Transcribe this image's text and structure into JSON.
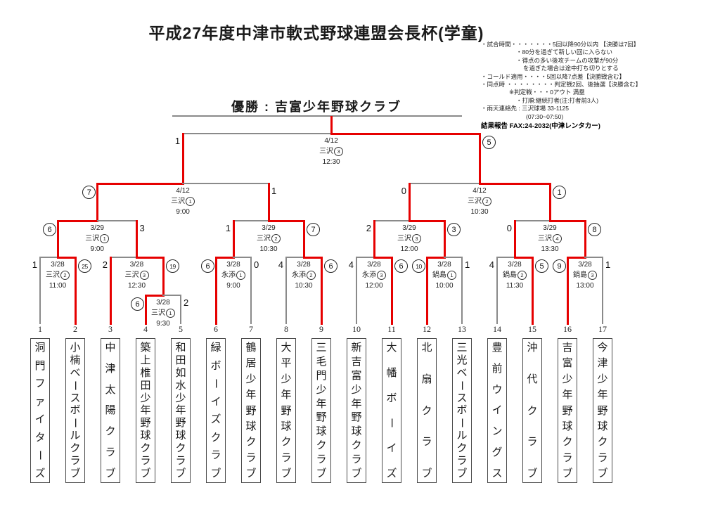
{
  "title": "平成27年度中津市軟式野球連盟会長杯(学童)",
  "champion": {
    "label": "優勝",
    "separator": ":",
    "name": "吉富少年野球クラブ"
  },
  "notes": {
    "lines": [
      {
        "text": "・試合時間・・・・・・・5回以降90分以内 【決勝は7回】",
        "indent": 0
      },
      {
        "text": "・80分を過ぎて新しい回に入らない",
        "indent": 50
      },
      {
        "text": "・得点の多い後攻チームの攻撃が90分",
        "indent": 50
      },
      {
        "text": "を過ぎた場合は途中打ち切りとする",
        "indent": 60
      },
      {
        "text": "・コールド適用・・・・5回以降7点差【決勝戦含む】",
        "indent": 0
      },
      {
        "text": "・同点時 ・・・・・・・・判定戦2回、後抽選【決勝含む】",
        "indent": 0
      },
      {
        "text": "※判定戦・・・0アウト 満塁",
        "indent": 40
      },
      {
        "text": "・打順:継続打者(注:打者前3人)",
        "indent": 50
      },
      {
        "text": "・雨天連絡先 : 三沢球場 33-1125",
        "indent": 0
      },
      {
        "text": "(07:30~07:50)",
        "indent": 64
      }
    ],
    "fax_bold": "結果報告 FAX:24-2032(中津レンタカー)"
  },
  "colors": {
    "win": "#e60000",
    "line": "#8a8a8a",
    "box_border": "#4a4a4a"
  },
  "teams": [
    {
      "num": "1",
      "name": "洞門ファイターズ"
    },
    {
      "num": "2",
      "name": "小楠ベースボールクラブ"
    },
    {
      "num": "3",
      "name": "中津太陽クラブ"
    },
    {
      "num": "4",
      "name": "築上椎田少年野球クラブ"
    },
    {
      "num": "5",
      "name": "和田如水少年野球クラブ"
    },
    {
      "num": "6",
      "name": "緑ボーイズクラブ"
    },
    {
      "num": "7",
      "name": "鶴居少年野球クラブ"
    },
    {
      "num": "8",
      "name": "大平少年野球クラブ"
    },
    {
      "num": "9",
      "name": "三毛門少年野球クラブ"
    },
    {
      "num": "10",
      "name": "新吉富少年野球クラブ"
    },
    {
      "num": "11",
      "name": "大幡ボーイズ"
    },
    {
      "num": "12",
      "name": "北扇クラブ"
    },
    {
      "num": "13",
      "name": "三光ベースボールクラブ"
    },
    {
      "num": "14",
      "name": "豊前ウイングス"
    },
    {
      "num": "15",
      "name": "沖代クラブ"
    },
    {
      "num": "16",
      "name": "吉富少年野球クラブ"
    },
    {
      "num": "17",
      "name": "今津少年野球クラブ"
    }
  ],
  "matches": [
    {
      "id": "F",
      "level": "F",
      "date": "4/12",
      "venue": "三沢",
      "court": "3",
      "time": "12:30",
      "left": {
        "ref": "SF1",
        "score": "1",
        "win": false,
        "red": true
      },
      "right": {
        "ref": "SF2",
        "score": "5",
        "win": true,
        "red": true
      }
    },
    {
      "id": "SF1",
      "level": "SF",
      "date": "4/12",
      "venue": "三沢",
      "court": "1",
      "time": "9:00",
      "left": {
        "ref": "QF1",
        "score": "7",
        "win": true,
        "red": true
      },
      "right": {
        "ref": "QF2",
        "score": "1",
        "win": false,
        "red": true
      }
    },
    {
      "id": "SF2",
      "level": "SF",
      "date": "4/12",
      "venue": "三沢",
      "court": "2",
      "time": "10:30",
      "left": {
        "ref": "QF3",
        "score": "0",
        "win": false,
        "red": true
      },
      "right": {
        "ref": "QF4",
        "score": "1",
        "win": true,
        "red": true
      }
    },
    {
      "id": "QF1",
      "level": "QF",
      "date": "3/29",
      "venue": "三沢",
      "court": "1",
      "time": "9:00",
      "left": {
        "ref": "R1A",
        "score": "6",
        "win": true,
        "red": true
      },
      "right": {
        "ref": "R1B",
        "score": "3",
        "win": false,
        "red": true
      }
    },
    {
      "id": "QF2",
      "level": "QF",
      "date": "3/29",
      "venue": "三沢",
      "court": "2",
      "time": "10:30",
      "left": {
        "ref": "R1C",
        "score": "1",
        "win": false,
        "red": true
      },
      "right": {
        "ref": "R1D",
        "score": "7",
        "win": true,
        "red": true
      }
    },
    {
      "id": "QF3",
      "level": "QF",
      "date": "3/29",
      "venue": "三沢",
      "court": "3",
      "time": "12:00",
      "left": {
        "ref": "R1E",
        "score": "2",
        "win": false,
        "red": true
      },
      "right": {
        "ref": "R1F",
        "score": "3",
        "win": true,
        "red": true
      }
    },
    {
      "id": "QF4",
      "level": "QF",
      "date": "3/29",
      "venue": "三沢",
      "court": "4",
      "time": "13:30",
      "left": {
        "ref": "R1G",
        "score": "0",
        "win": false,
        "red": true
      },
      "right": {
        "ref": "R1H",
        "score": "8",
        "win": true,
        "red": true
      }
    },
    {
      "id": "R1A",
      "level": "R1",
      "date": "3/28",
      "venue": "三沢",
      "court": "2",
      "time": "11:00",
      "left": {
        "team": 1,
        "score": "1",
        "win": false,
        "red": false
      },
      "right": {
        "team": 2,
        "score": "25",
        "win": true,
        "red": true
      }
    },
    {
      "id": "R1B",
      "level": "R1",
      "date": "3/28",
      "venue": "三沢",
      "court": "3",
      "time": "12:30",
      "left": {
        "team": 3,
        "score": "2",
        "win": false,
        "red": true
      },
      "right": {
        "ref": "PI",
        "score": "19",
        "win": true,
        "red": true
      }
    },
    {
      "id": "PI",
      "level": "PI",
      "date": "3/28",
      "venue": "三沢",
      "court": "1",
      "time": "9:30",
      "left": {
        "team": 4,
        "score": "6",
        "win": true,
        "red": true
      },
      "right": {
        "team": 5,
        "score": "2",
        "win": false,
        "red": false
      }
    },
    {
      "id": "R1C",
      "level": "R1",
      "date": "3/28",
      "venue": "永添",
      "court": "1",
      "time": "9:00",
      "left": {
        "team": 6,
        "score": "6",
        "win": true,
        "red": true
      },
      "right": {
        "team": 7,
        "score": "0",
        "win": false,
        "red": false
      }
    },
    {
      "id": "R1D",
      "level": "R1",
      "date": "3/28",
      "venue": "永添",
      "court": "2",
      "time": "10:30",
      "left": {
        "team": 8,
        "score": "4",
        "win": false,
        "red": false
      },
      "right": {
        "team": 9,
        "score": "6",
        "win": true,
        "red": true
      }
    },
    {
      "id": "R1E",
      "level": "R1",
      "date": "3/28",
      "venue": "永添",
      "court": "3",
      "time": "12:00",
      "left": {
        "team": 10,
        "score": "4",
        "win": false,
        "red": false
      },
      "right": {
        "team": 11,
        "score": "6",
        "win": true,
        "red": true
      }
    },
    {
      "id": "R1F",
      "level": "R1",
      "date": "3/28",
      "venue": "鍋島",
      "court": "1",
      "time": "10:00",
      "left": {
        "team": 12,
        "score": "10",
        "win": true,
        "red": true
      },
      "right": {
        "team": 13,
        "score": "1",
        "win": false,
        "red": false
      }
    },
    {
      "id": "R1G",
      "level": "R1",
      "date": "3/28",
      "venue": "鍋島",
      "court": "2",
      "time": "11:30",
      "left": {
        "team": 14,
        "score": "4",
        "win": false,
        "red": false
      },
      "right": {
        "team": 15,
        "score": "5",
        "win": true,
        "red": true
      }
    },
    {
      "id": "R1H",
      "level": "R1",
      "date": "3/28",
      "venue": "鍋島",
      "court": "3",
      "time": "13:00",
      "left": {
        "team": 16,
        "score": "9",
        "win": true,
        "red": true
      },
      "right": {
        "team": 17,
        "score": "1",
        "win": false,
        "red": false
      }
    }
  ]
}
